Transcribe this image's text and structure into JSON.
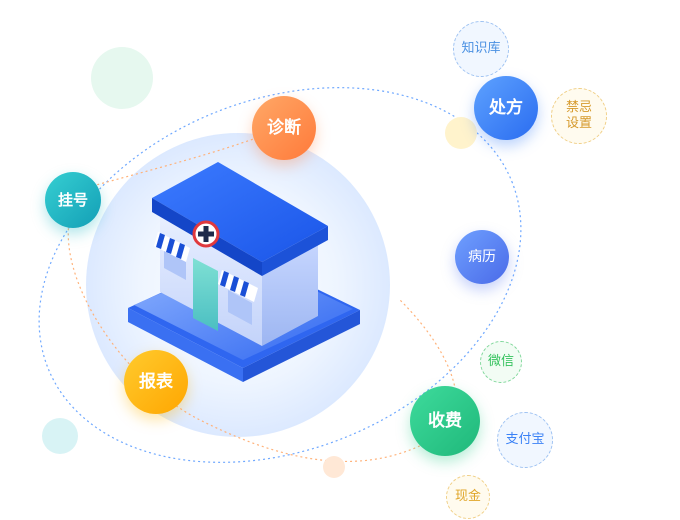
{
  "nodes": {
    "guahao": "挂号",
    "zhenduan": "诊断",
    "chufang": "处方",
    "bingli": "病历",
    "baobiao": "报表",
    "shoufei": "收费",
    "zhishiku": "知识库",
    "jinji": "禁忌设置",
    "weixin": "微信",
    "zhifubao": "支付宝",
    "xianjin": "现金"
  },
  "colors": {
    "guahao": "#1FB8C4",
    "zhenduan": "#FF8A4C",
    "chufang": "#3B82F6",
    "bingli": "#5B7CF0",
    "baobiao": "#FFB400",
    "shoufei": "#2DCB8A",
    "weixin": "#35C25D",
    "zhifubao": "#3B82F6",
    "xianjin": "#E0A62A",
    "zhishiku": "#4A90E2",
    "jinji": "#D69A2D",
    "orbit_blue": "#6FA8FF",
    "orbit_orange": "#FFB27A"
  },
  "icons": [
    "clinic-building-icon",
    "medical-cross-icon"
  ]
}
